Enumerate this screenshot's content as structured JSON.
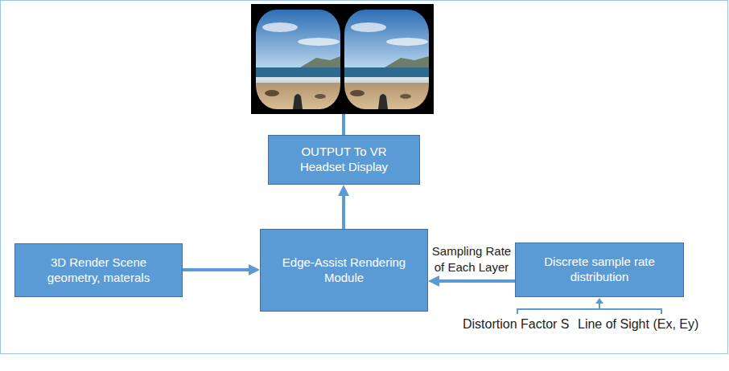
{
  "diagram": {
    "nodes": [
      {
        "text": [
          "OUTPUT To VR Headset Display"
        ]
      },
      {
        "text": [
          "3D Render Scene geometry, materals"
        ]
      },
      {
        "text": [
          "Edge-Assist Rendering Module"
        ]
      },
      {
        "text": [
          "Discrete sample rate distribution"
        ]
      }
    ],
    "edges": [
      {
        "from": 1,
        "to": 2,
        "arrow": "to"
      },
      {
        "from": 3,
        "to": 2,
        "arrow": "to",
        "label": "Sampling Rate of Each Layer"
      },
      {
        "from": 2,
        "to": 0,
        "arrow": "to"
      }
    ],
    "labels": [
      "Distortion Factor S",
      "Line of Sight (Ex, Ey)"
    ]
  }
}
